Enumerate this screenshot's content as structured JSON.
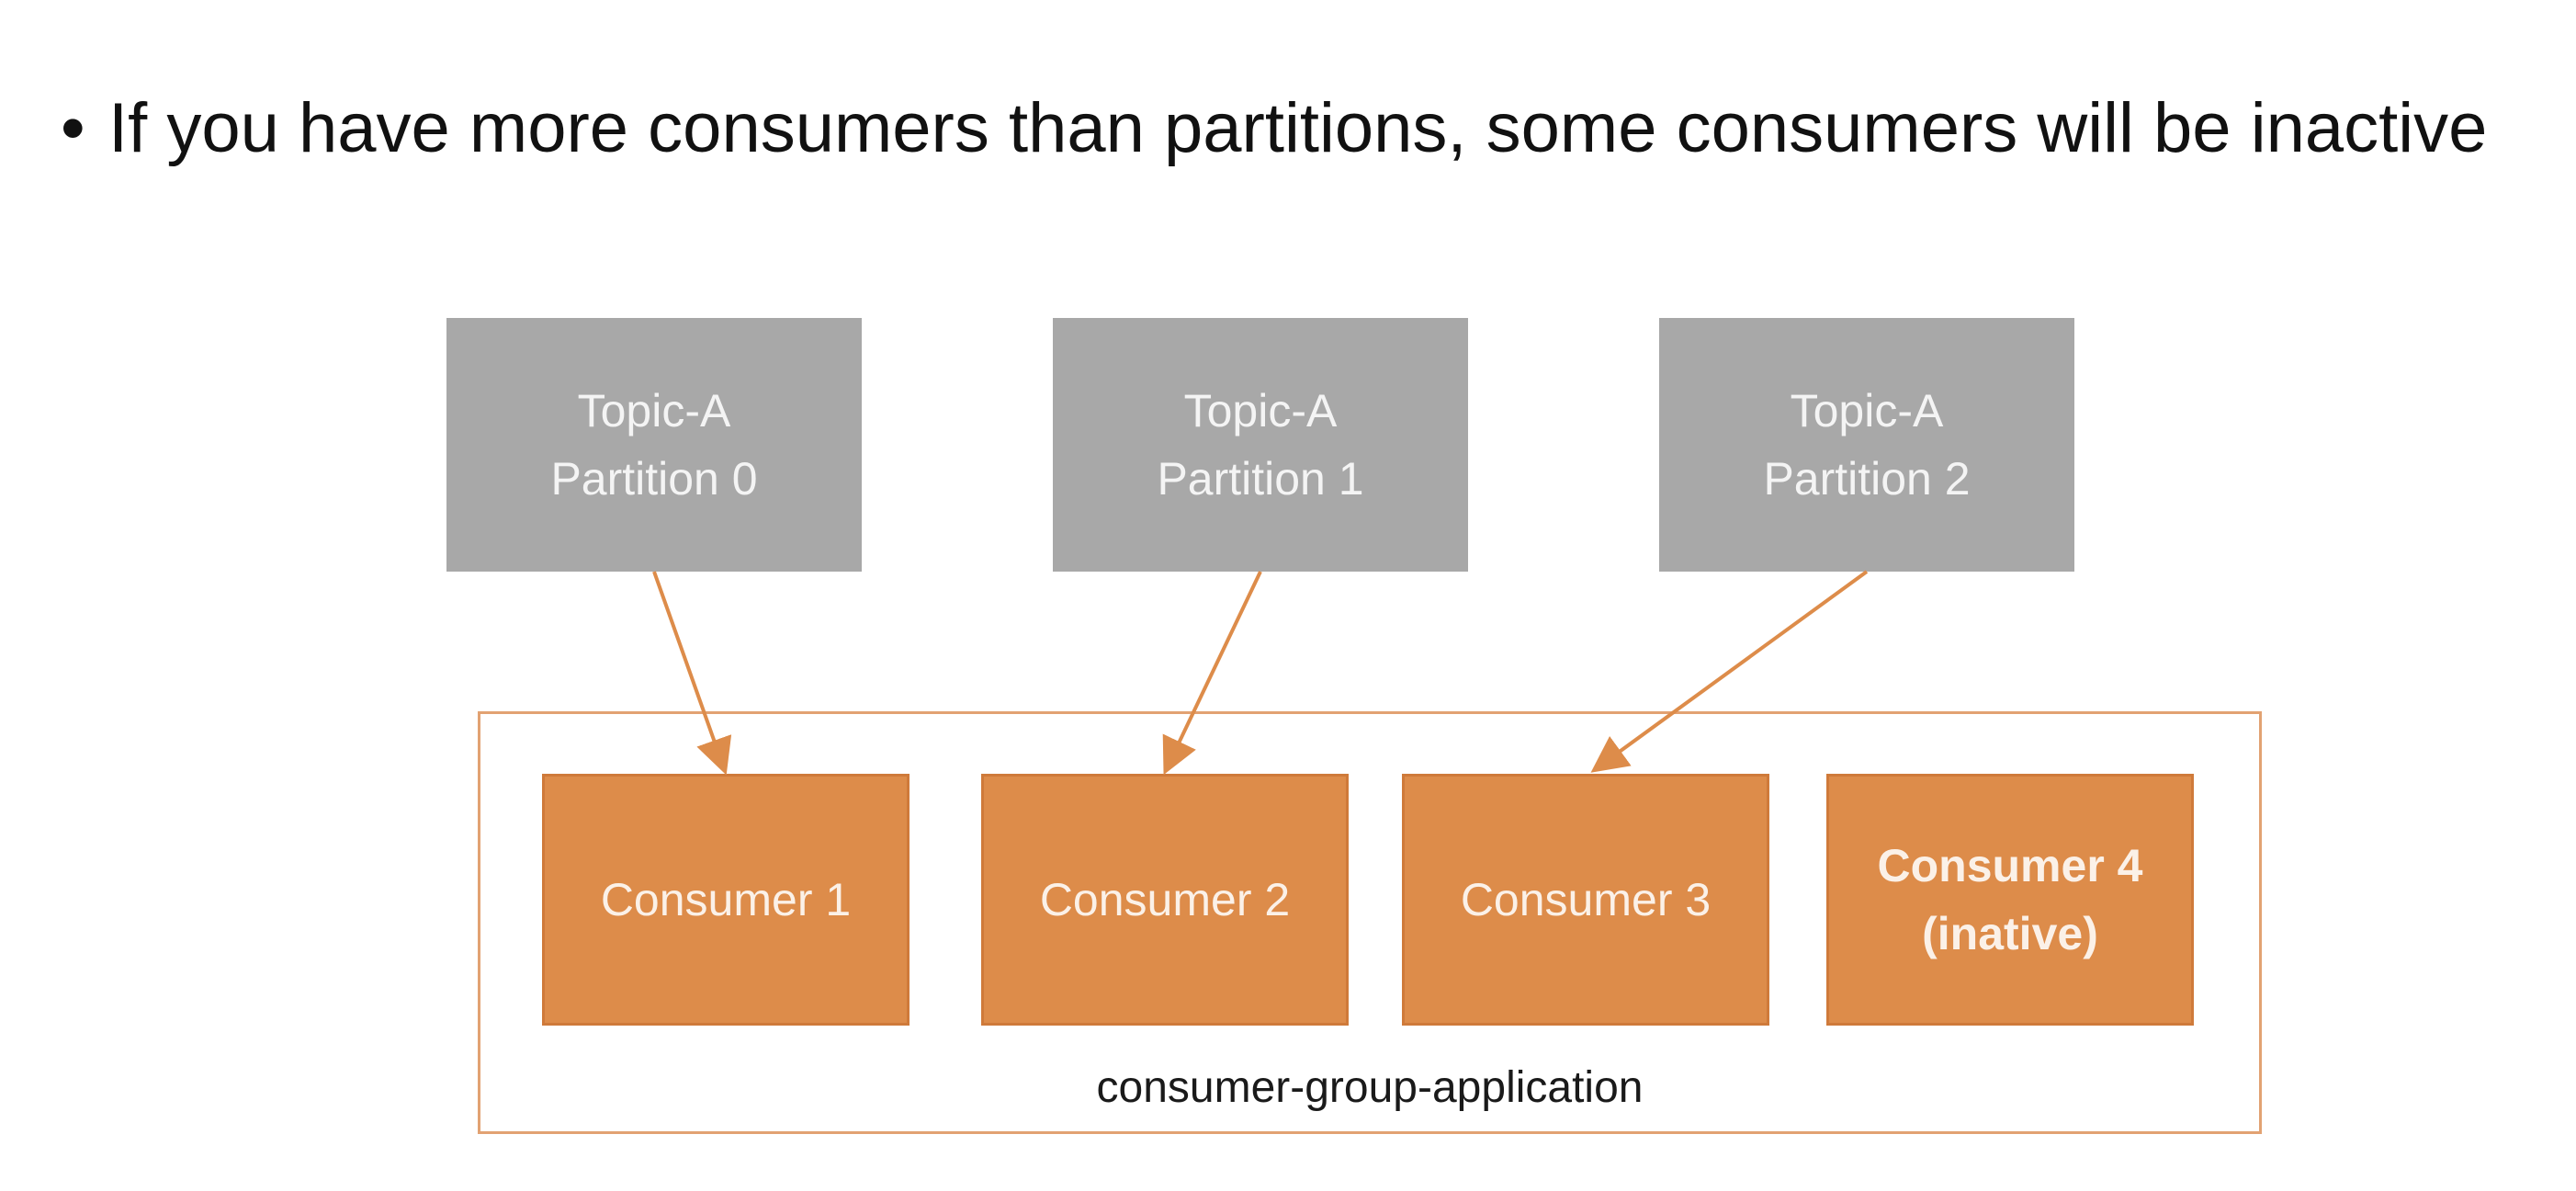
{
  "bullet": {
    "symbol": "•",
    "text": "If you have more consumers than partitions, some consumers will be inactive"
  },
  "partitions": [
    {
      "line1": "Topic-A",
      "line2": "Partition 0"
    },
    {
      "line1": "Topic-A",
      "line2": "Partition 1"
    },
    {
      "line1": "Topic-A",
      "line2": "Partition 2"
    }
  ],
  "consumers": [
    {
      "line1": "Consumer 1",
      "line2": ""
    },
    {
      "line1": "Consumer 2",
      "line2": ""
    },
    {
      "line1": "Consumer 3",
      "line2": ""
    },
    {
      "line1": "Consumer 4",
      "line2": "(inative)"
    }
  ],
  "group": {
    "label": "consumer-group-application"
  },
  "colors": {
    "partition": "#a8a8a8",
    "consumer": "#dd8c4a",
    "arrow": "#dd8c4a",
    "group_border": "#e2a272"
  }
}
